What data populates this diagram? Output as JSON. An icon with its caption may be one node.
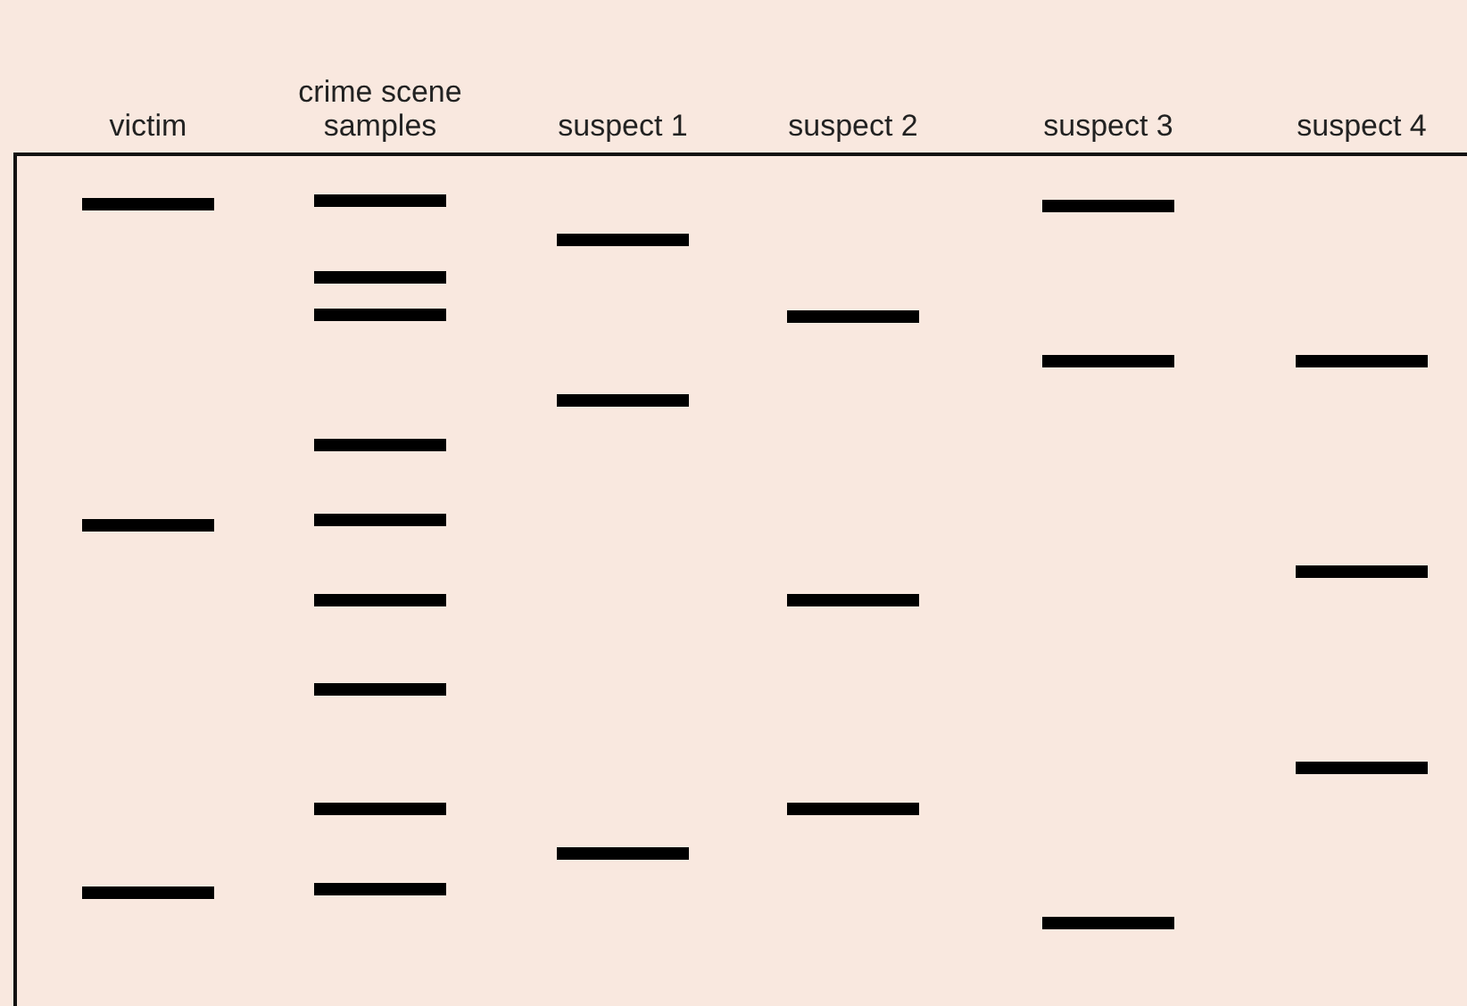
{
  "diagram": {
    "labels": [
      "victim",
      "crime scene samples",
      "suspect 1",
      "suspect 2",
      "suspect 3",
      "suspect 4"
    ]
  }
}
